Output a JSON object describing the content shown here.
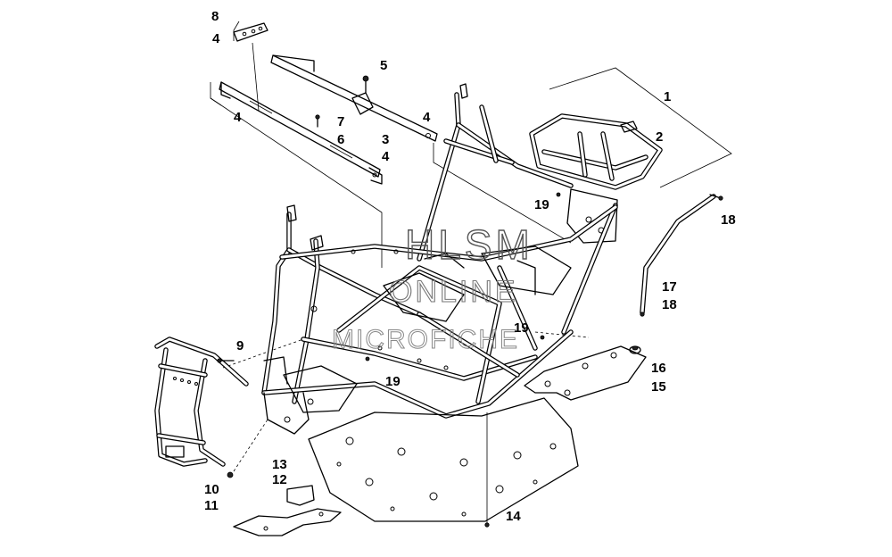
{
  "watermark": {
    "line1": "HLSM",
    "line2": "ONLINE",
    "line3": "MICROFICHE"
  },
  "callouts": [
    "1",
    "2",
    "3",
    "4",
    "4",
    "4",
    "4",
    "5",
    "6",
    "7",
    "8",
    "9",
    "10",
    "11",
    "12",
    "13",
    "14",
    "15",
    "16",
    "17",
    "18",
    "18",
    "19",
    "19",
    "19"
  ]
}
